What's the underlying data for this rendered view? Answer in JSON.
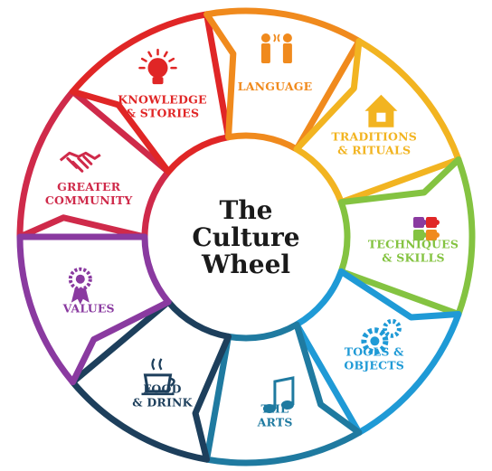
{
  "title_lines": [
    "The",
    "Culture",
    "Wheel"
  ],
  "colors": {
    "background": "#ffffff",
    "center_fill": "#ffffff",
    "center_text": "#1a1a1a"
  },
  "segments": [
    {
      "key": "greater-community",
      "lines": [
        "GREATER",
        "COMMUNITY"
      ],
      "color": "#cf2a4a",
      "icon": "handshake-icon"
    },
    {
      "key": "knowledge-stories",
      "lines": [
        "KNOWLEDGE",
        "& STORIES"
      ],
      "color": "#e02626",
      "icon": "lightbulb-icon"
    },
    {
      "key": "language",
      "lines": [
        "LANGUAGE"
      ],
      "color": "#f08a1d",
      "icon": "people-talking-icon"
    },
    {
      "key": "traditions-rituals",
      "lines": [
        "TRADITIONS",
        "& RITUALS"
      ],
      "color": "#f2b421",
      "icon": "house-icon"
    },
    {
      "key": "techniques-skills",
      "lines": [
        "TECHNIQUES",
        "& SKILLS"
      ],
      "color": "#84c341",
      "icon": "puzzle-icon"
    },
    {
      "key": "tools-objects",
      "lines": [
        "TOOLS &",
        "OBJECTS"
      ],
      "color": "#1f9ad6",
      "icon": "gears-icon"
    },
    {
      "key": "the-arts",
      "lines": [
        "THE",
        "ARTS"
      ],
      "color": "#1f7aa0",
      "icon": "music-note-icon"
    },
    {
      "key": "food-drink",
      "lines": [
        "FOOD",
        "& DRINK"
      ],
      "color": "#1d3f5c",
      "icon": "cup-icon"
    },
    {
      "key": "values",
      "lines": [
        "VALUES"
      ],
      "color": "#8a3aa0",
      "icon": "ribbon-icon"
    }
  ]
}
